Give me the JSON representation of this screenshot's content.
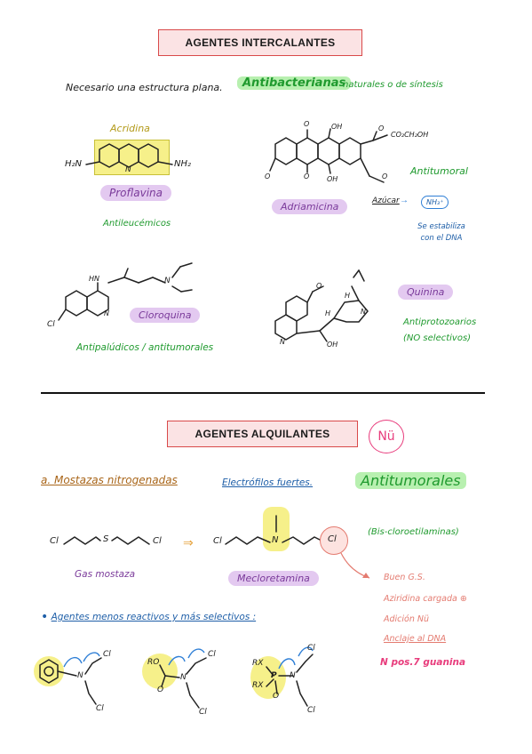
{
  "section1": {
    "title": "AGENTES INTERCALANTES",
    "intro": "Necesario una estructura plana.",
    "antibacterianas": "Antibacterianas",
    "naturales": "naturales o de síntesis",
    "acridina": "Acridina",
    "acridina_left": "H₂N",
    "acridina_right": "NH₂",
    "proflavina": "Proflavina",
    "antileucemicos": "Antileucémicos",
    "adriamicina": "Adriamicina",
    "antitumoral": "Antitumoral",
    "azucar": "Azúcar",
    "nh3": "NH₃⁺",
    "estabiliza": "Se estabiliza con el DNA",
    "cloroquina": "Cloroquina",
    "antipaludicos": "Antipalúdicos / antitumorales",
    "quinina": "Quinina",
    "antiprotozoarios": "Antiprotozoarios (NO selectivos)",
    "mol_oh": "OH",
    "mol_o": "O",
    "mol_co": "CO₂CH₂OH",
    "mol_hn": "HN",
    "mol_n": "N",
    "mol_cl": "Cl",
    "mol_h": "H"
  },
  "section2": {
    "title": "AGENTES ALQUILANTES",
    "nu": "Nü",
    "mostazas": "a. Mostazas nitrogenadas",
    "electrofilos": "Electrófilos fuertes.",
    "antitumorales": "Antitumorales",
    "bis": "(Bis-cloroetilaminas)",
    "gas_mostaza": "Gas mostaza",
    "mecloretamina": "Mecloretamina",
    "buen_gs": "Buen G.S.",
    "aziridina": "Aziridina cargada ⊕",
    "adicion": "Adición Nü",
    "anclaje": "Anclaje al DNA",
    "guanina": "N pos.7 guanina",
    "menos_reactivos": "Agentes menos reactivos y más selectivos :",
    "mol_cl": "Cl",
    "mol_s": "S",
    "mol_n": "N",
    "mol_ro": "RO",
    "mol_rx": "RX",
    "mol_p": "P",
    "mol_o": "O",
    "arrow": "⇒"
  },
  "colors": {
    "title_border": "#d94a4a",
    "title_bg": "#fbe3e4",
    "green": "#1f9a2e",
    "blue": "#1f5fa8",
    "pink": "#e83c7c",
    "brown": "#a9661a",
    "highlight_purple": "#e3c9f0",
    "highlight_green": "#b8f0b0",
    "highlight_yellow": "#f6f08a"
  }
}
